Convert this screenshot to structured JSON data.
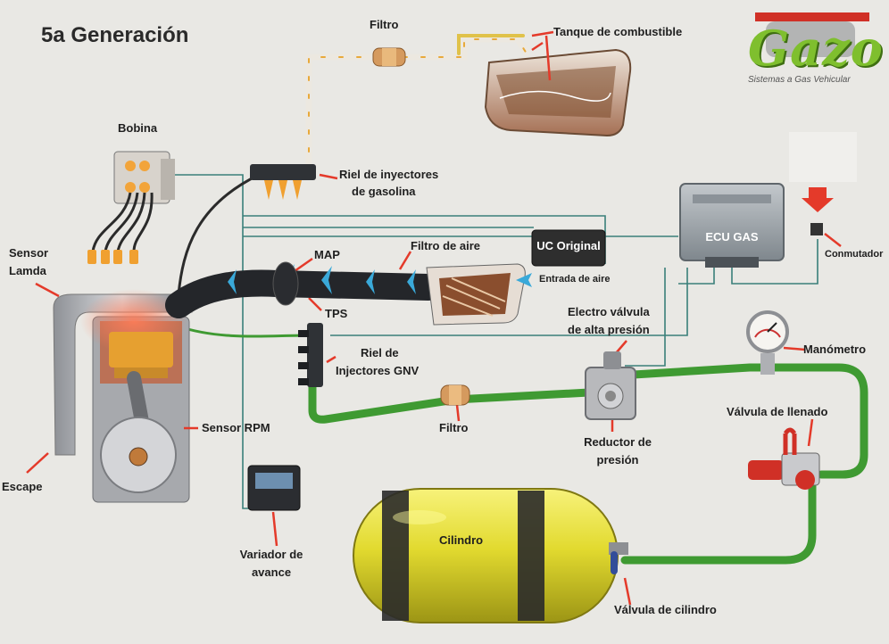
{
  "title": "5a Generación",
  "logo": {
    "brand": "Gazo",
    "tagline": "Sistemas a Gas Vehicular"
  },
  "labels": {
    "filtro_top": "Filtro",
    "tanque": "Tanque de combustible",
    "bobina": "Bobina",
    "riel_gasolina": [
      "Riel de inyectores",
      "de gasolina"
    ],
    "ecu_gas": "ECU GAS",
    "uc_original": "UC Original",
    "conmutador": "Conmutador",
    "sensor_lamda": [
      "Sensor",
      "Lamda"
    ],
    "map": "MAP",
    "filtro_aire": "Filtro de aire",
    "entrada_aire": "Entrada de aire",
    "tps": "TPS",
    "electro_valvula": [
      "Electro válvula",
      "de alta presión"
    ],
    "manometro": "Manómetro",
    "riel_gnv": [
      "Riel de",
      "Injectores GNV"
    ],
    "valvula_llenado": "Válvula de llenado",
    "sensor_rpm": "Sensor RPM",
    "filtro_mid": "Filtro",
    "reductor": [
      "Reductor de",
      "presión"
    ],
    "escape": "Escape",
    "cilindro": "Cilindro",
    "variador": [
      "Variador de",
      "avance"
    ],
    "valvula_cilindro": "Válvula de cilindro"
  },
  "colors": {
    "gas_line": "#3f9a32",
    "fuel_line": "#e8a93a",
    "wire": "#3a7f7a",
    "cylinder": "#e7e040",
    "ecu": "#9fa7ad",
    "uc": "#2e2e2e",
    "accent_red": "#e43a2a",
    "intake_arrow": "#3aa9d9"
  }
}
